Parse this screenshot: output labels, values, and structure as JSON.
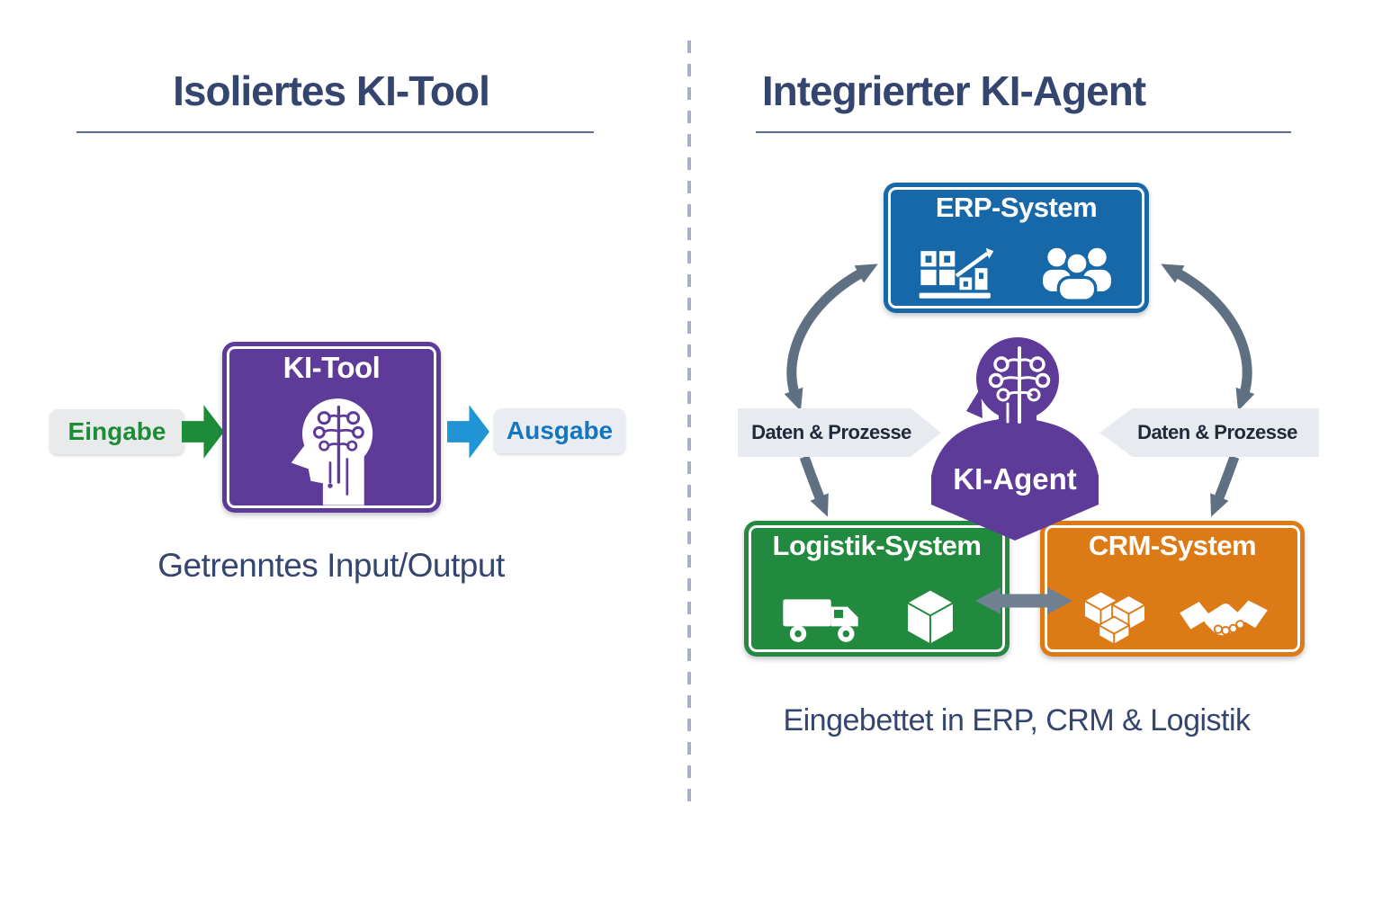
{
  "left_panel": {
    "title": "Isoliertes KI-Tool",
    "tool_box_label": "KI-Tool",
    "input_label": "Eingabe",
    "output_label": "Ausgabe",
    "caption": "Getrenntes Input/Output"
  },
  "right_panel": {
    "title": "Integrierter KI-Agent",
    "erp_label": "ERP-System",
    "agent_label": "KI-Agent",
    "logistik_label": "Logistik-System",
    "crm_label": "CRM-System",
    "data_flow_left_label": "Daten & Prozesse",
    "data_flow_right_label": "Daten & Prozesse",
    "caption": "Eingebettet in ERP, CRM & Logistik"
  },
  "icons": {
    "tool_head": "head-with-brain-circuit",
    "agent_head": "head-with-brain-circuit",
    "erp_left": "bar-chart-growth",
    "erp_right": "people-group",
    "logistik_left": "delivery-truck",
    "logistik_right": "package-cube",
    "crm_left": "boxes-stack",
    "crm_right": "handshake"
  },
  "colors": {
    "title_text": "#34466f",
    "purple": "#5e3b99",
    "erp_blue": "#1768a9",
    "logistik_green": "#218a3e",
    "crm_orange": "#dc7a16",
    "arrow_gray": "#5e7081",
    "input_green": "#1e8b39",
    "output_blue": "#2094d4",
    "banner_bg": "#e7eaee"
  }
}
